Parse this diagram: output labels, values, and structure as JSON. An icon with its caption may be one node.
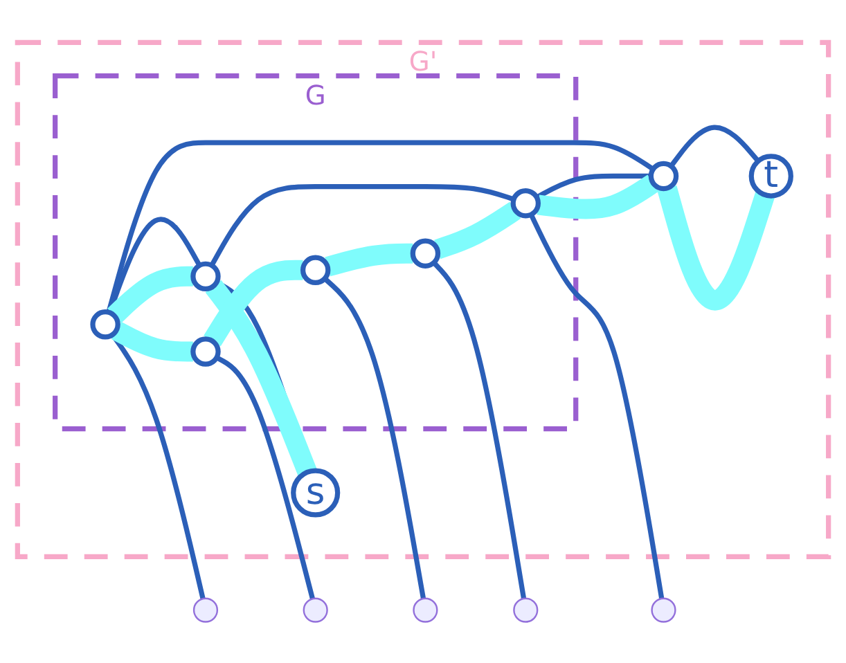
{
  "diagram": {
    "nodes": [
      {
        "text": [
          "G'"
        ]
      },
      {
        "text": [
          "G"
        ],
        "in": 0
      },
      {
        "text": [],
        "shape": "circle",
        "in": 1
      },
      {
        "text": [],
        "shape": "circle",
        "in": 1
      },
      {
        "text": [],
        "shape": "circle",
        "in": 1
      },
      {
        "text": [],
        "shape": "circle",
        "in": 1
      },
      {
        "text": [],
        "shape": "circle",
        "in": 1
      },
      {
        "text": [],
        "shape": "circle",
        "in": 1
      },
      {
        "text": [
          "s"
        ],
        "in": 0
      },
      {
        "text": [
          "t"
        ],
        "in": 0
      },
      {
        "text": [],
        "shape": "circle",
        "in": 0
      }
    ],
    "edges": [
      {
        "from": 3,
        "to": 5,
        "arrow": "none"
      },
      {
        "from": 3,
        "to": 10,
        "arrow": "none"
      },
      {
        "from": 5,
        "to": 7,
        "arrow": "none"
      },
      {
        "from": 5,
        "to": 8,
        "arrow": "none"
      },
      {
        "from": 7,
        "to": 10,
        "arrow": "none"
      },
      {
        "from": 10,
        "to": 9,
        "arrow": "none"
      },
      {
        "from": 2,
        "to": null,
        "arrow": "none"
      },
      {
        "from": 3,
        "to": null,
        "arrow": "none"
      },
      {
        "from": 4,
        "to": null,
        "arrow": "none"
      },
      {
        "from": 6,
        "to": null,
        "arrow": "none"
      },
      {
        "from": 7,
        "to": null,
        "arrow": "none"
      },
      {
        "from": 8,
        "to": 5,
        "arrow": "none",
        "style": "thick",
        "color": "#7ffcfc"
      },
      {
        "from": 5,
        "to": 3,
        "arrow": "none",
        "style": "thick",
        "color": "#7ffcfc"
      },
      {
        "from": 3,
        "to": 2,
        "arrow": "none",
        "style": "thick",
        "color": "#7ffcfc"
      },
      {
        "from": 2,
        "to": 4,
        "arrow": "none",
        "style": "thick",
        "color": "#7ffcfc"
      },
      {
        "from": 4,
        "to": 6,
        "arrow": "none",
        "style": "thick",
        "color": "#7ffcfc"
      },
      {
        "from": 6,
        "to": 7,
        "arrow": "none",
        "style": "thick",
        "color": "#7ffcfc"
      },
      {
        "from": 7,
        "to": 10,
        "arrow": "none",
        "style": "thick",
        "color": "#7ffcfc"
      },
      {
        "from": 10,
        "to": 9,
        "arrow": "none",
        "style": "thick",
        "color": "#7ffcfc"
      }
    ]
  }
}
